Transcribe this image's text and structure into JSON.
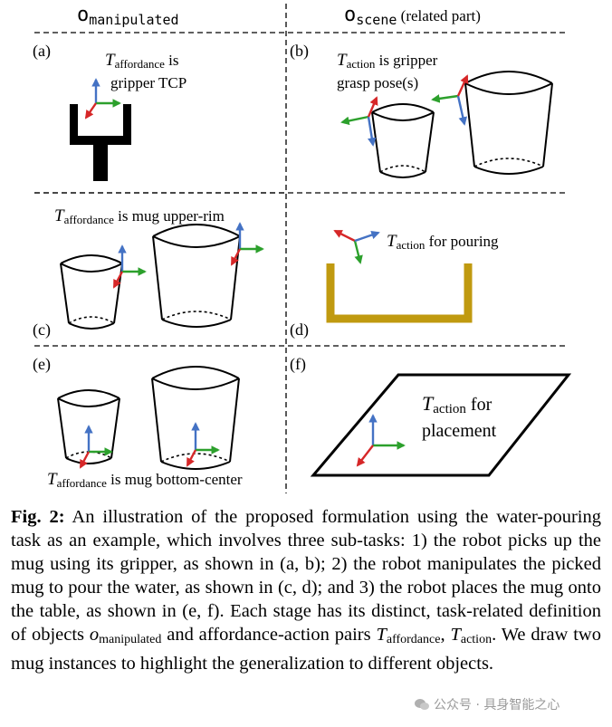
{
  "headers": {
    "left_base": "o",
    "left_sub": "manipulated",
    "right_base": "o",
    "right_sub": "scene",
    "right_note": " (related part)"
  },
  "panels": {
    "a": {
      "label": "(a)",
      "sym": "T",
      "sub": "affordance",
      "text1": " is",
      "text2": "gripper TCP"
    },
    "b": {
      "label": "(b)",
      "sym": "T",
      "sub": "action",
      "text1": " is gripper",
      "text2": "grasp pose(s)"
    },
    "c": {
      "label": "(c)",
      "sym": "T",
      "sub": "affordance",
      "text1": " is mug upper-rim"
    },
    "d": {
      "label": "(d)",
      "sym": "T",
      "sub": "action",
      "text1": " for pouring"
    },
    "e": {
      "label": "(e)",
      "sym": "T",
      "sub": "affordance",
      "text1": " is mug bottom-center"
    },
    "f": {
      "label": "(f)",
      "sym": "T",
      "sub": "action",
      "text1": " for",
      "text2": "placement"
    }
  },
  "caption": {
    "fig_label": "Fig. 2:",
    "part1": " An illustration of the proposed formulation using the water-pouring task as an example, which involves three sub-tasks: 1) the robot picks up the mug using its gripper, as shown in (a, b); 2) the robot manipulates the picked mug to pour the water, as shown in (c, d); and 3) the robot places the mug onto the table, as shown in (e, f). Each stage has its distinct, task-related definition of objects ",
    "o_sym": "o",
    "o_sub": "manipulated",
    "part2": " and affordance-action pairs ",
    "t1_sym": "T",
    "t1_sub": "affordance",
    "sep": ", ",
    "t2_sym": "T",
    "t2_sub": "action",
    "part3": ". We draw two mug instances to highlight the generalization to different objects."
  },
  "watermark": {
    "text": "公众号 · 具身智能之心"
  },
  "colors": {
    "axis_red": "#d62728",
    "axis_green": "#2ca02c",
    "axis_blue": "#4472c4",
    "container": "#c09a10"
  }
}
